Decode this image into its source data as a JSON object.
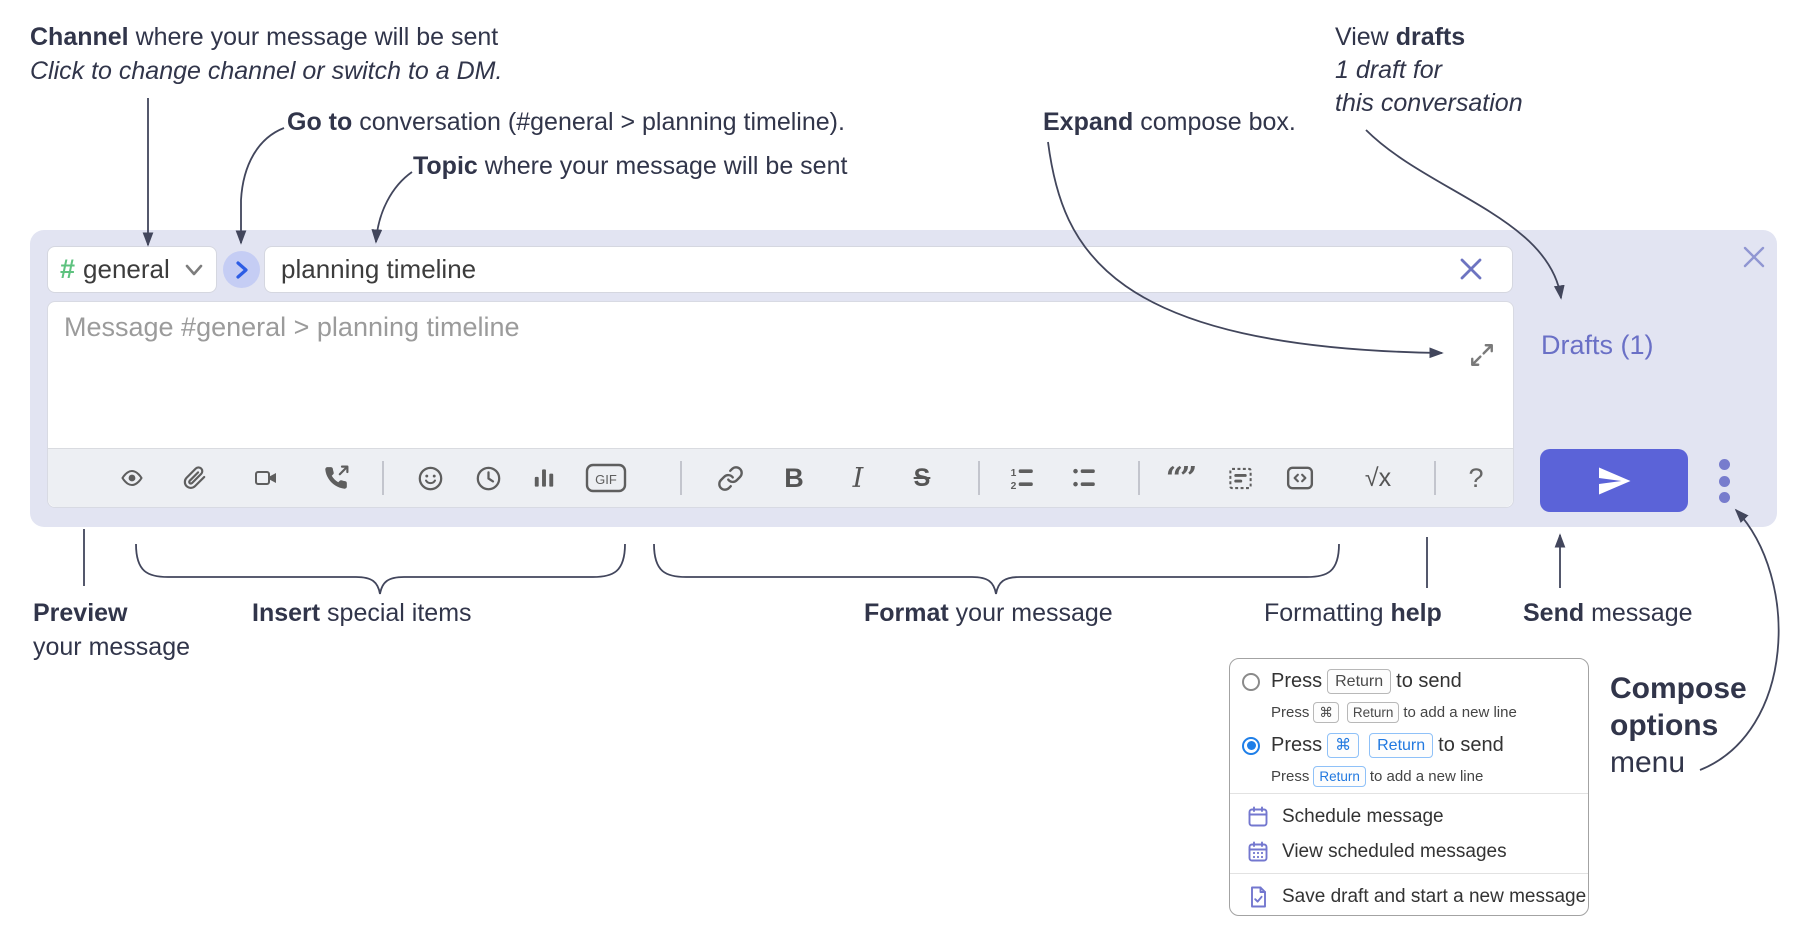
{
  "annotations": {
    "channel": {
      "bold": "Channel",
      "rest": " where your message will be sent",
      "line2": "Click to change channel or switch to a DM."
    },
    "goto": {
      "bold": "Go to",
      "rest": " conversation (#general > planning timeline)."
    },
    "topic": {
      "bold": "Topic",
      "rest": " where your message will be sent"
    },
    "expand": {
      "bold": "Expand",
      "rest": " compose box."
    },
    "drafts": {
      "pre": "View ",
      "bold": "drafts",
      "line2": "1 draft for",
      "line3": "this conversation"
    },
    "preview": {
      "bold": "Preview",
      "line2": "your message"
    },
    "insert": {
      "bold": "Insert",
      "rest": " special items"
    },
    "format": {
      "bold": "Format",
      "rest": " your message"
    },
    "formatting_help": {
      "pre": "Formatting ",
      "bold": "help"
    },
    "send": {
      "bold": "Send",
      "rest": " message"
    },
    "compose_options": {
      "line1": "Compose",
      "line2": "options",
      "line3": "menu"
    }
  },
  "compose": {
    "hash": "#",
    "channel_name": "general",
    "topic_value": "planning timeline",
    "message_placeholder": "Message #general > planning timeline",
    "drafts_link": "Drafts (1)",
    "toolbar": {
      "gif": "GIF",
      "bold_glyph": "B",
      "italic_glyph": "I",
      "strike_glyph": "S",
      "quote_glyph": "“”",
      "math_glyph": "√x",
      "help_glyph": "?"
    }
  },
  "popup": {
    "opt1": {
      "press": "Press",
      "key": "Return",
      "suffix": "to send"
    },
    "opt1_sub": {
      "press": "Press",
      "key1": "⌘",
      "key2": "Return",
      "suffix": "to add a new line"
    },
    "opt2": {
      "press": "Press",
      "key1": "⌘",
      "key2": "Return",
      "suffix": "to send"
    },
    "opt2_sub": {
      "press": "Press",
      "key": "Return",
      "suffix": "to add a new line"
    },
    "items": [
      {
        "label": "Schedule message"
      },
      {
        "label": "View scheduled messages"
      },
      {
        "label": "Save draft and start a new message"
      }
    ]
  },
  "colors": {
    "compose_bg": "#e2e4f2",
    "accent_send": "#5b63d8",
    "drafts_link": "#6a70c6",
    "channel_hash_green": "#5ec27f",
    "key_blue": "#2279e0",
    "radio_selected": "#1f7fe8",
    "annotation_line": "#42465c",
    "menu_icon_purple": "#7377cf"
  }
}
